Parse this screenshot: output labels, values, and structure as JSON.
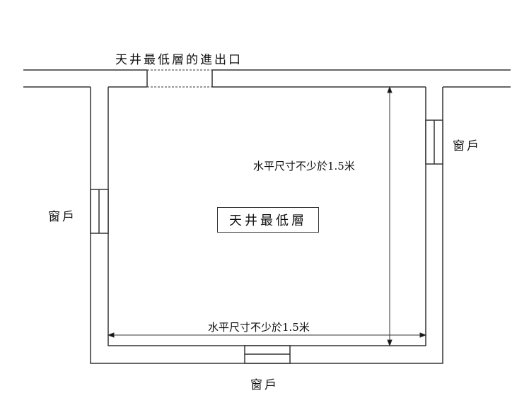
{
  "title": "天井最低層的進出口",
  "center_label": "天井最低層",
  "dimension_vertical": "水平尺寸不少於1.5米",
  "dimension_horizontal": "水平尺寸不少於1.5米",
  "window_right": "窗戶",
  "window_left": "窗戶",
  "window_bottom": "窗戶"
}
